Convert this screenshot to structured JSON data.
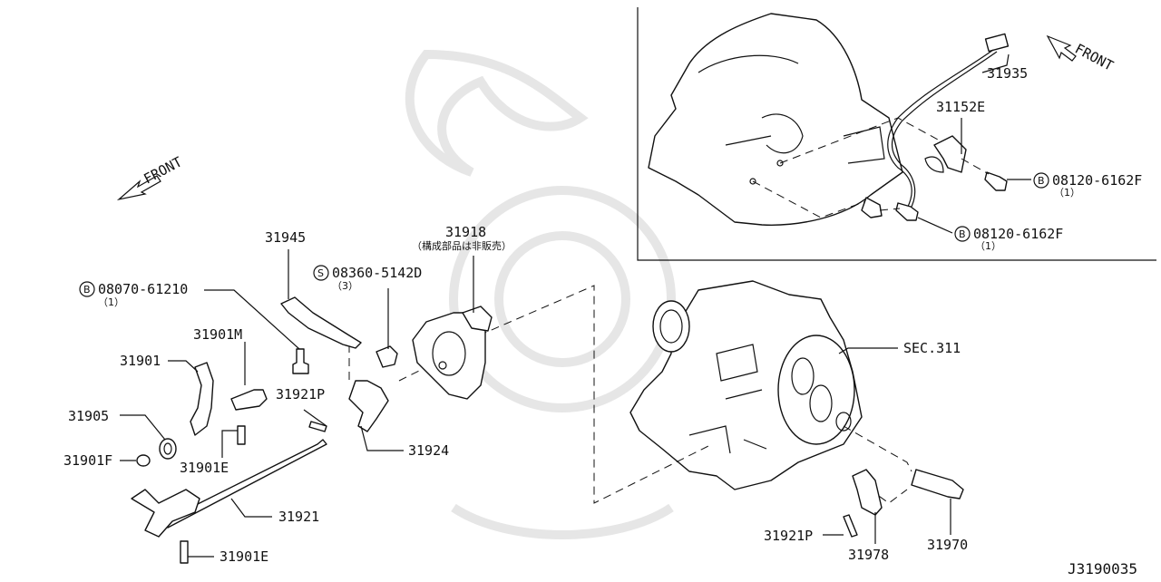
{
  "diagram": {
    "code": "J3190035",
    "front_left": "FRONT",
    "front_right": "FRONT",
    "labels": {
      "p31945": "31945",
      "p31918": "31918",
      "p31918_note": "（構成部品は非販売）",
      "bolt_08070": "08070-61210",
      "bolt_08070_qty": "（1）",
      "screw_08360": "08360-5142D",
      "screw_08360_qty": "（3）",
      "p31901M": "31901M",
      "p31901": "31901",
      "p31921P_top": "31921P",
      "p31905": "31905",
      "p31901F": "31901F",
      "p31901E_top": "31901E",
      "p31924": "31924",
      "p31921": "31921",
      "p31901E_bottom": "31901E",
      "sec311": "SEC.311",
      "p31921P_bottom": "31921P",
      "p31978": "31978",
      "p31970": "31970",
      "p31935": "31935",
      "p31152E": "31152E",
      "bolt_08120_a": "08120-6162F",
      "bolt_08120_a_qty": "（1）",
      "bolt_08120_b": "08120-6162F",
      "bolt_08120_b_qty": "（1）",
      "mark_b": "B",
      "mark_s": "S"
    }
  }
}
